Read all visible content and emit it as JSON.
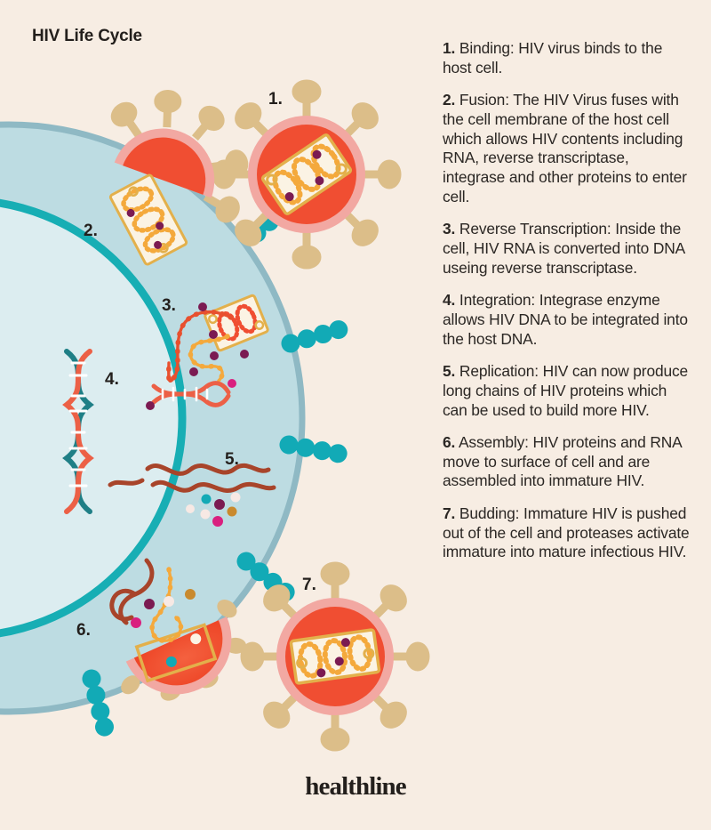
{
  "title": "HIV Life Cycle",
  "brand": {
    "name": "healthline"
  },
  "colors": {
    "background": "#F7EDE3",
    "cell_cytoplasm": "#BDDCE2",
    "cell_membrane_stroke": "#8FB9C4",
    "nucleus_fill": "#DCEDF0",
    "nucleus_stroke": "#17AEB4",
    "receptor_teal": "#12AAB6",
    "virus_envelope": "#F2A8A2",
    "virus_body": "#F04E32",
    "virus_spike": "#DCBE89",
    "capsid_outline": "#E3B04B",
    "rna_red": "#E8502E",
    "rna_orange": "#F4A93C",
    "protein_brown": "#A8442A",
    "dna_teal": "#1F7F86",
    "dna_red": "#EC6046",
    "dot_purple": "#7B1B52",
    "dot_magenta": "#D9207F",
    "dot_gold": "#C98A2E",
    "dot_cream": "#F7E9E4",
    "text": "#2B2724"
  },
  "figure_labels": [
    {
      "id": "fig-1",
      "text": "1."
    },
    {
      "id": "fig-2",
      "text": "2."
    },
    {
      "id": "fig-3",
      "text": "3."
    },
    {
      "id": "fig-4",
      "text": "4."
    },
    {
      "id": "fig-5",
      "text": "5."
    },
    {
      "id": "fig-6",
      "text": "6."
    },
    {
      "id": "fig-7",
      "text": "7."
    }
  ],
  "steps": [
    {
      "num": "1.",
      "body": "Binding: HIV virus binds to the host cell."
    },
    {
      "num": "2.",
      "body": "Fusion: The HIV Virus fuses with the cell membrane of the host cell which allows HIV contents including RNA, reverse transcriptase, integrase and other proteins to enter cell."
    },
    {
      "num": "3.",
      "body": "Reverse Transcription: Inside the cell, HIV RNA is converted into DNA useing reverse transcriptase."
    },
    {
      "num": "4.",
      "body": "Integration: Integrase enzyme allows HIV DNA to be integrated into the host DNA."
    },
    {
      "num": "5.",
      "body": "Replication: HIV can now produce long chains of HIV proteins which can be used to build more HIV."
    },
    {
      "num": "6.",
      "body": "Assembly: HIV proteins and RNA move to surface of cell and are assembled into immature HIV."
    },
    {
      "num": "7.",
      "body": "Budding: Immature HIV is pushed out of the cell and proteases activate immature into mature infectious HIV."
    }
  ]
}
